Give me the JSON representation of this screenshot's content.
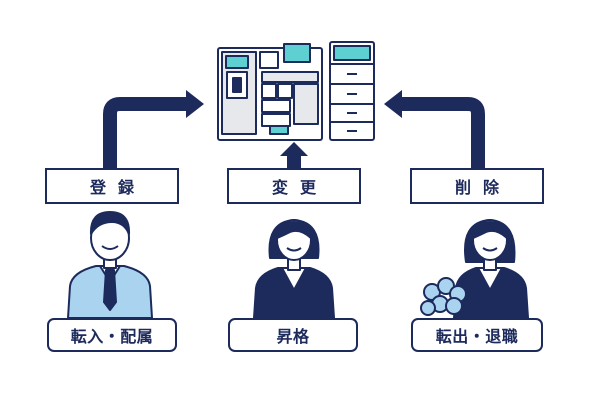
{
  "actions": [
    {
      "id": "register",
      "label": "登録"
    },
    {
      "id": "change",
      "label": "変更"
    },
    {
      "id": "delete",
      "label": "削除"
    }
  ],
  "events": [
    {
      "id": "transfer-in",
      "label": "転入・配属"
    },
    {
      "id": "promotion",
      "label": "昇格"
    },
    {
      "id": "transfer-out",
      "label": "転出・退職"
    }
  ],
  "icons": {
    "system": "key-management-machine-icon",
    "cabinet": "storage-cabinet-icon",
    "person_register": "businessman-icon",
    "person_change": "businesswoman-icon",
    "person_delete": "woman-with-bouquet-icon"
  },
  "colors": {
    "navy": "#1d2a5c",
    "light_blue": "#a9d3ef",
    "panel_gray": "#e6e8ec",
    "screen_teal": "#5fd0d2"
  }
}
